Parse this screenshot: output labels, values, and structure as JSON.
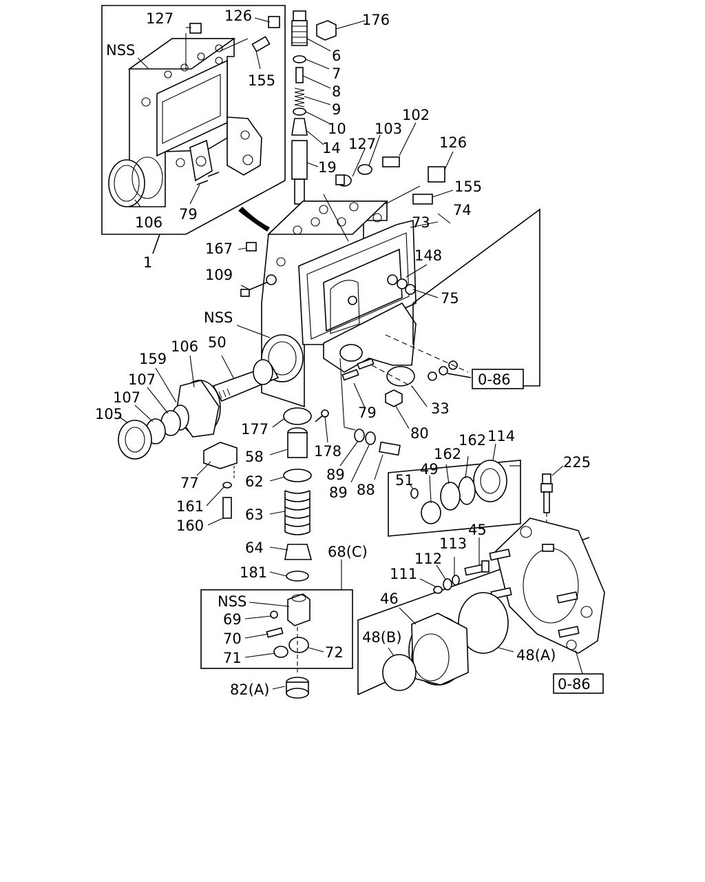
{
  "callouts": {
    "l1": "1",
    "l6": "6",
    "l7": "7",
    "l8": "8",
    "l9": "9",
    "l10": "10",
    "l14": "14",
    "l19": "19",
    "l33": "33",
    "l45": "45",
    "l46": "46",
    "l48a": "48(A)",
    "l48b": "48(B)",
    "l49": "49",
    "l50": "50",
    "l51": "51",
    "l58": "58",
    "l62": "62",
    "l63": "63",
    "l64": "64",
    "l68c": "68(C)",
    "l69": "69",
    "l70": "70",
    "l71": "71",
    "l72": "72",
    "l73": "73",
    "l74": "74",
    "l75": "75",
    "l77": "77",
    "l79a": "79",
    "l79b": "79",
    "l80": "80",
    "l82a": "82(A)",
    "l88": "88",
    "l89a": "89",
    "l89b": "89",
    "l102": "102",
    "l103": "103",
    "l105": "105",
    "l106a": "106",
    "l106b": "106",
    "l107a": "107",
    "l107b": "107",
    "l109": "109",
    "l111": "111",
    "l112": "112",
    "l113": "113",
    "l114": "114",
    "l126a": "126",
    "l126b": "126",
    "l127a": "127",
    "l127b": "127",
    "l148": "148",
    "l155a": "155",
    "l155b": "155",
    "l159": "159",
    "l160": "160",
    "l161": "161",
    "l162a": "162",
    "l162b": "162",
    "l167": "167",
    "l176": "176",
    "l177": "177",
    "l178": "178",
    "l181": "181",
    "l225": "225",
    "nss1": "NSS",
    "nss2": "NSS",
    "nss3": "NSS"
  },
  "references": {
    "ref1": "0-86",
    "ref2": "0-86"
  }
}
